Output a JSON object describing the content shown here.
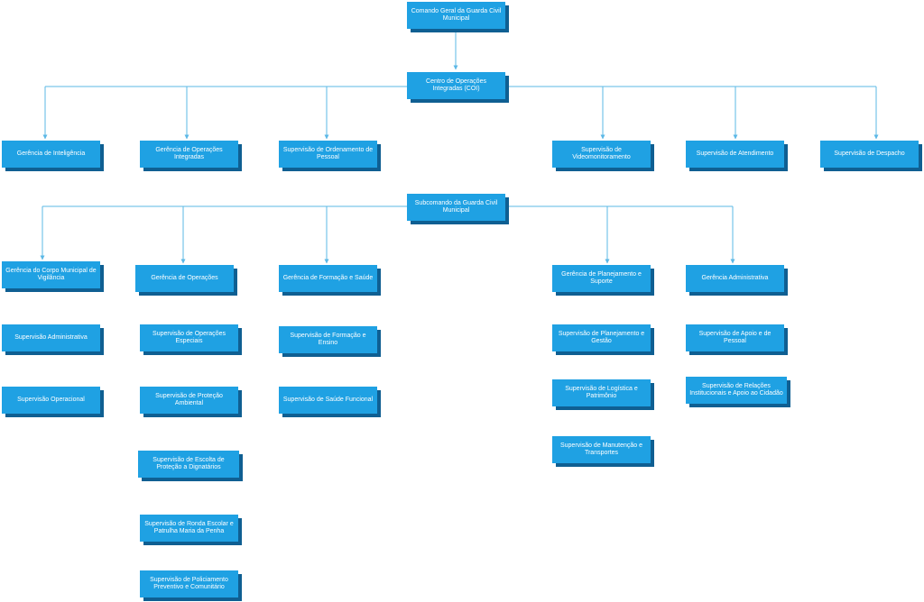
{
  "org_chart": {
    "top": {
      "comando_geral": "Comando Geral da Guarda Civil Municipal",
      "coi": "Centro de Operações Integradas (COI)"
    },
    "coi_children": [
      "Gerência de Inteligência",
      "Gerência de Operações Integradas",
      "Supervisão de Ordenamento de Pessoal",
      "Supervisão de Videomonitoramento",
      "Supervisão de Atendimento",
      "Supervisão de Despacho"
    ],
    "subcomando": "Subcomando da Guarda Civil Municipal",
    "subcomando_children": [
      {
        "label": "Gerência do Corpo Municipal de Vigilância",
        "supervisions": [
          "Supervisão Administrativa",
          "Supervisão Operacional"
        ]
      },
      {
        "label": "Gerência de Operações",
        "supervisions": [
          "Supervisão de Operações Especiais",
          "Supervisão de Proteção Ambiental",
          "Supervisão de Escolta de Proteção a Dignatários",
          "Supervisão de Ronda Escolar e Patrulha Maria da Penha",
          "Supervisão de Policiamento Preventivo e Comunitário"
        ]
      },
      {
        "label": "Gerência de Formação e Saúde",
        "supervisions": [
          "Supervisão de Formação e Ensino",
          "Supervisão de Saúde Funcional"
        ]
      },
      {
        "label": "Gerência de Planejamento e Suporte",
        "supervisions": [
          "Supervisão de Planejamento e Gestão",
          "Supervisão de Logística e Patrimônio",
          "Supervisão de Manutenção e Transportes"
        ]
      },
      {
        "label": "Gerência Administrativa",
        "supervisions": [
          "Supervisão de Apoio e de Pessoal",
          "Supervisão de Relações Institucionais e Apoio ao Cidadão"
        ]
      }
    ]
  },
  "colors": {
    "box_fill": "#1fa1e3",
    "box_shadow": "#0f5f92",
    "connector": "#5bb8e6",
    "text": "#ffffff"
  }
}
